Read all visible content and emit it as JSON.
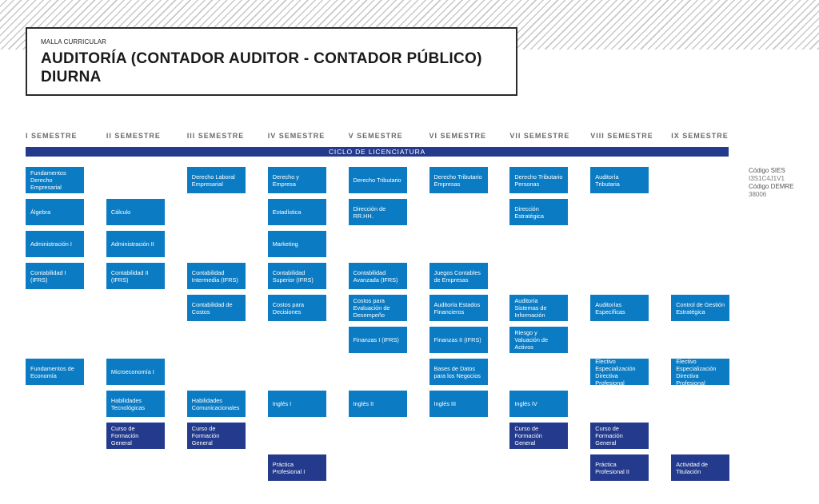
{
  "header": {
    "kicker": "MALLA CURRICULAR",
    "title_line1": "AUDITORÍA (CONTADOR AUDITOR - CONTADOR PÚBLICO)",
    "title_line2": "DIURNA"
  },
  "cycle_label": "CICLO DE LICENCIATURA",
  "codes": {
    "sies_label": "Código SIES",
    "sies_value": "I3S1C4J1V1",
    "demre_label": "Código DEMRE",
    "demre_value": "38006"
  },
  "colors": {
    "course": "#0b7cc4",
    "general": "#243a8c"
  },
  "semesters": [
    {
      "label": "I SEMESTRE",
      "courses": [
        {
          "row": 0,
          "name": "Fundamentos Derecho Empresarial"
        },
        {
          "row": 1,
          "name": "Álgebra"
        },
        {
          "row": 2,
          "name": "Administración I"
        },
        {
          "row": 3,
          "name": "Contabilidad I (IFRS)"
        },
        {
          "row": 6,
          "name": "Fundamentos de Economía"
        }
      ]
    },
    {
      "label": "II SEMESTRE",
      "courses": [
        {
          "row": 1,
          "name": "Cálculo"
        },
        {
          "row": 2,
          "name": "Administración II"
        },
        {
          "row": 3,
          "name": "Contabilidad II (IFRS)"
        },
        {
          "row": 6,
          "name": "Microeconomía I"
        },
        {
          "row": 7,
          "name": "Habilidades Tecnológicas"
        },
        {
          "row": 8,
          "name": "Curso de Formación General",
          "dark": true
        }
      ]
    },
    {
      "label": "III SEMESTRE",
      "courses": [
        {
          "row": 0,
          "name": "Derecho Laboral Empresarial"
        },
        {
          "row": 3,
          "name": "Contabilidad Intermedia (IFRS)"
        },
        {
          "row": 4,
          "name": "Contabilidad de Costos"
        },
        {
          "row": 7,
          "name": "Habilidades Comunicacionales"
        },
        {
          "row": 8,
          "name": "Curso de Formación General",
          "dark": true
        }
      ]
    },
    {
      "label": "IV SEMESTRE",
      "courses": [
        {
          "row": 0,
          "name": "Derecho y Empresa"
        },
        {
          "row": 1,
          "name": "Estadística"
        },
        {
          "row": 2,
          "name": "Marketing"
        },
        {
          "row": 3,
          "name": "Contabilidad Superior (IFRS)"
        },
        {
          "row": 4,
          "name": "Costos para Decisiones"
        },
        {
          "row": 7,
          "name": "Inglés I"
        },
        {
          "row": 9,
          "name": "Práctica Profesional I",
          "dark": true
        }
      ]
    },
    {
      "label": "V SEMESTRE",
      "courses": [
        {
          "row": 0,
          "name": "Derecho Tributario"
        },
        {
          "row": 1,
          "name": "Dirección de RR.HH."
        },
        {
          "row": 3,
          "name": "Contabilidad Avanzada (IFRS)"
        },
        {
          "row": 4,
          "name": "Costos para Evaluación de Desempeño"
        },
        {
          "row": 5,
          "name": "Finanzas I (IFRS)"
        },
        {
          "row": 7,
          "name": "Inglés II"
        }
      ]
    },
    {
      "label": "VI SEMESTRE",
      "courses": [
        {
          "row": 0,
          "name": "Derecho Tributario Empresas"
        },
        {
          "row": 3,
          "name": "Juegos Contables de Empresas"
        },
        {
          "row": 4,
          "name": "Auditoría Estados Financieros"
        },
        {
          "row": 5,
          "name": "Finanzas II (IFRS)"
        },
        {
          "row": 6,
          "name": "Bases de Datos para los Negocios"
        },
        {
          "row": 7,
          "name": "Inglés III"
        }
      ]
    },
    {
      "label": "VII SEMESTRE",
      "courses": [
        {
          "row": 0,
          "name": "Derecho Tributario Personas"
        },
        {
          "row": 1,
          "name": "Dirección Estratégica"
        },
        {
          "row": 4,
          "name": "Auditoría Sistemas de Información"
        },
        {
          "row": 5,
          "name": "Riesgo y Valuación de Activos"
        },
        {
          "row": 7,
          "name": "Inglés IV"
        },
        {
          "row": 8,
          "name": "Curso de Formación General",
          "dark": true
        }
      ]
    },
    {
      "label": "VIII SEMESTRE",
      "courses": [
        {
          "row": 0,
          "name": "Auditoría Tributaria"
        },
        {
          "row": 4,
          "name": "Auditorías Específicas"
        },
        {
          "row": 6,
          "name": "Electivo Especialización Directiva Profesional"
        },
        {
          "row": 8,
          "name": "Curso de Formación General",
          "dark": true
        },
        {
          "row": 9,
          "name": "Práctica Profesional II",
          "dark": true
        }
      ]
    },
    {
      "label": "IX SEMESTRE",
      "courses": [
        {
          "row": 4,
          "name": "Control de Gestión Estratégica"
        },
        {
          "row": 6,
          "name": "Electivo Especialización Directiva Profesional"
        },
        {
          "row": 9,
          "name": "Actividad de Titulación",
          "dark": true
        }
      ]
    }
  ]
}
